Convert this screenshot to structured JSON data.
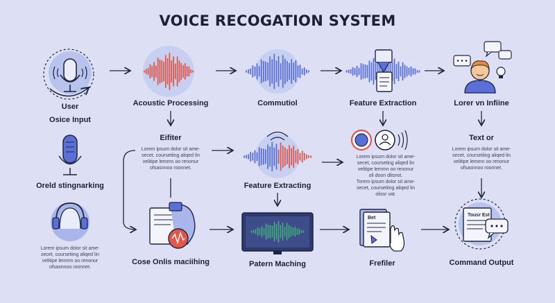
{
  "title": "VOICE RECOGATION SYSTEM",
  "colors": {
    "background": "#dde0f4",
    "accent_blue": "#5a6fd8",
    "accent_red": "#e2574c",
    "accent_green": "#3fb27a",
    "circle_fill": "#b8c3ee",
    "stroke": "#1f2440"
  },
  "labels": {
    "user": "User",
    "voice_input": "Osice Input",
    "acoustic": "Acoustic Processing",
    "commutiol": "Commutiol",
    "feature_extraction": "Feature Extraction",
    "lorem_infiine": "Lorer vn Infiine",
    "eifiter": "Eifiter",
    "text_or": "Text or",
    "oreld": "Oreld stingnarking",
    "feature_extracting": "Feature Extracting",
    "cose_onlis": "Cose Onlis maciihing",
    "patern": "Patern Maching",
    "frefiler": "Frefiler",
    "command_output": "Command Output"
  },
  "paragraphs": {
    "eifiter": [
      "Lorem ipsum dolor sit ame-",
      "secet, coursetiing aliqed lin",
      "velitipe lemmn oo renonur",
      "ofsasnnoo roonnet."
    ],
    "feature_a": [
      "Lorem ipsum dolor sit ame-",
      "secet, courseting aliqed lin",
      "velitipe lemmn oo renonur",
      "oli doon dlisnot."
    ],
    "feature_b": [
      "Torem ipsum dolor sit ame-",
      "secet, coursetiing aliqed lin",
      "olissr vat."
    ],
    "text_or": [
      "Lorem ipsum dolor sit ame-",
      "secet, coursetiing aliqed lin",
      "velitipe lemmn oo renonur",
      "ofsasnnoo roonnet."
    ],
    "bottom_left": [
      "Lorem ipsum dolor sit ame-",
      "secet, coursetiing aliqed lin",
      "velitipe lemmn oo renonur",
      "ofsasnnoo roonnet."
    ]
  },
  "icon_text": {
    "doc_bet": "Bet",
    "doc_tousr": "Tousr Est"
  }
}
